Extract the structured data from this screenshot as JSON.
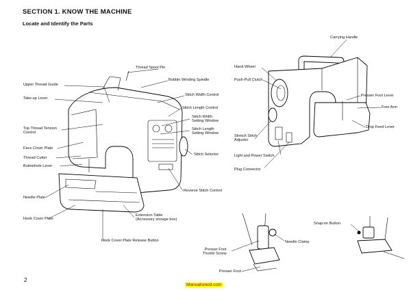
{
  "header": {
    "section": "SECTION  1.  KNOW THE MACHINE",
    "subtitle": "Locate and Identify the Parts"
  },
  "labels_left": {
    "thread_spool_pin": "Thread Spool Pin",
    "bobbin_winding_spindle": "Bobbin Winding Spindle",
    "upper_thread_guide": "Upper Thread Guide",
    "take_up_lever": "Take-up Lever",
    "stitch_width_control": "Stitch Width Control",
    "stitch_length_control": "Stitch Length Control",
    "stitch_width_window_1": "Stitch Width",
    "stitch_width_window_2": "Setting Window",
    "stitch_length_window_1": "Stitch Length",
    "stitch_length_window_2": "Setting Window",
    "top_thread_tension_1": "Top Thread Tension",
    "top_thread_tension_2": "Control",
    "face_cover_plate": "Face Cover Plate",
    "thread_cutter": "Thread Cutter",
    "buttonhole_lever": "Buttonhole Lever",
    "stitch_selector": "Stitch Selector",
    "reverse_stitch_control": "Reverse Stitch Control",
    "needle_plate": "Needle Plate",
    "hook_cover_plate": "Hook Cover Plate",
    "extension_table_1": "Extension Table",
    "extension_table_2": "(Accessory storage box)",
    "hook_cover_release": "Hook Cover Plate Release Button"
  },
  "labels_right": {
    "carrying_handle": "Carrying Handle",
    "hand_wheel": "Hand Wheel",
    "push_pull_clutch": "Push-Pull Clutch",
    "presser_foot_lever": "Presser Foot Lever",
    "free_arm": "Free Arm",
    "drop_feed_lever": "Drop Feed Lever",
    "stretch_stitch_1": "Stretch Stitch",
    "stretch_stitch_2": "Adjuster",
    "light_power_switch": "Light and Power Switch",
    "plug_connector": "Plug Connector"
  },
  "labels_bottom": {
    "snap_on_button": "Snap-on Button",
    "needle_clamp": "Needle Clamp",
    "presser_foot_thumb_1": "Presser Foot",
    "presser_foot_thumb_2": "Thumb Screw",
    "presser_foot": "Presser Foot"
  },
  "footer": {
    "page_number": "2",
    "watermark": "Manualsmod.com"
  }
}
